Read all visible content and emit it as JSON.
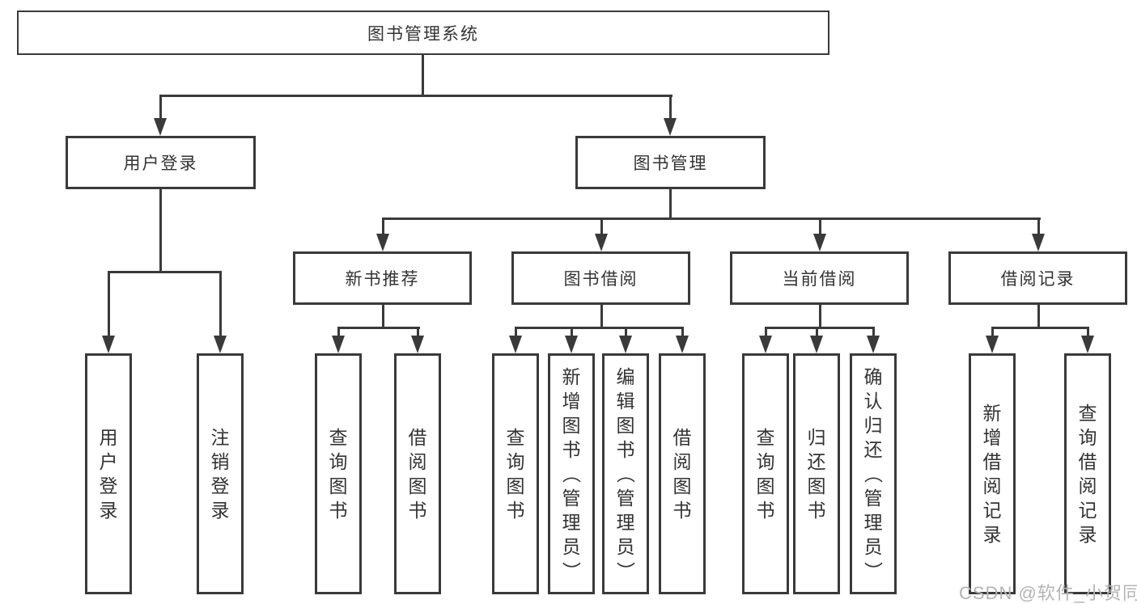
{
  "tree": {
    "root": "图书管理系统",
    "children": [
      {
        "label": "用户登录",
        "children": [
          "用户登录",
          "注销登录"
        ]
      },
      {
        "label": "图书管理",
        "children": [
          {
            "label": "新书推荐",
            "children": [
              "查询图书",
              "借阅图书"
            ]
          },
          {
            "label": "图书借阅",
            "children": [
              "查询图书",
              "新增图书（管理员）",
              "编辑图书（管理员）",
              "借阅图书"
            ]
          },
          {
            "label": "当前借阅",
            "children": [
              "查询图书",
              "归还图书",
              "确认归还（管理员）"
            ]
          },
          {
            "label": "借阅记录",
            "children": [
              "新增借阅记录",
              "查询借阅记录"
            ]
          }
        ]
      }
    ]
  },
  "watermark": {
    "text": "CSDN @软件_小贺同学"
  },
  "colors": {
    "line": "#3a3a3a",
    "text": "#333333",
    "watermark": "#b4b4b4",
    "background": "#ffffff"
  }
}
